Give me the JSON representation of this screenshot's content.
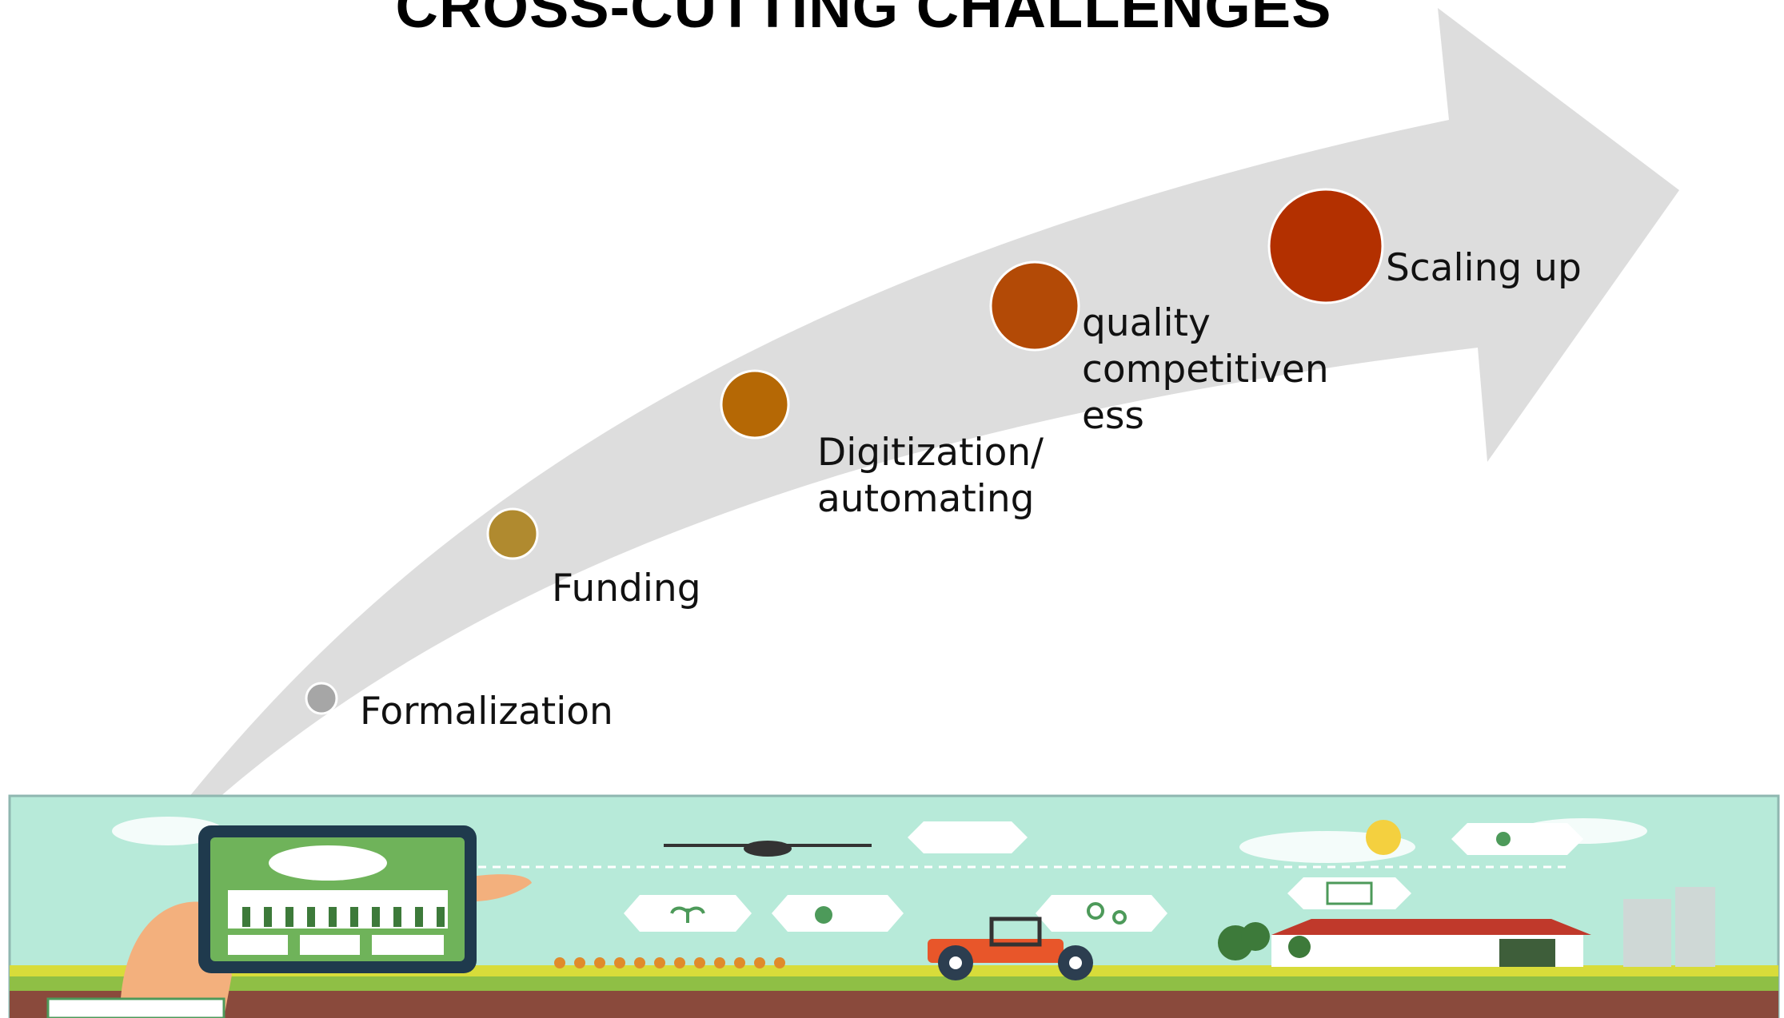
{
  "title": "CROSS-CUTTING CHALLENGES",
  "steps": [
    {
      "label_lines": [
        "Formalization"
      ],
      "color": "#a6a6a6"
    },
    {
      "label_lines": [
        "Funding"
      ],
      "color": "#b08a2f"
    },
    {
      "label_lines": [
        "Digitization/",
        "automating"
      ],
      "color": "#b56805"
    },
    {
      "label_lines": [
        "quality",
        "competitiven",
        "ess"
      ],
      "color": "#b34a06"
    },
    {
      "label_lines": [
        "Scaling up"
      ],
      "color": "#b33000"
    }
  ],
  "illustration": {
    "sky_color": "#b7ead9",
    "grass_color": "#8fbf45",
    "soil_color": "#8a4a3c",
    "icons": [
      "tablet-icon",
      "drone-icon",
      "tractor-icon",
      "farmhouse-icon",
      "plant-icon",
      "sensor-icon",
      "sun-icon",
      "cloud-icon"
    ]
  }
}
